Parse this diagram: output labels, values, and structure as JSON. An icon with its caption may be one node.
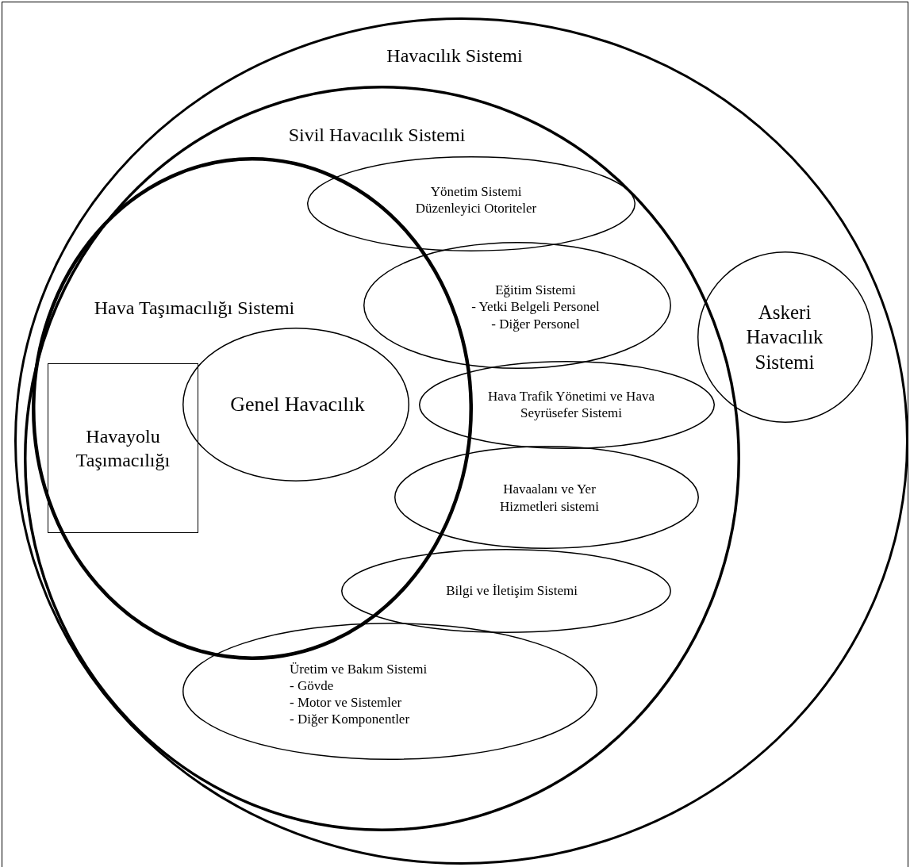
{
  "diagram": {
    "nodes": [
      {
        "text": [
          "Havacılık Sistemi"
        ]
      },
      {
        "text": [
          "Sivil Havacılık Sistemi"
        ],
        "in": 0
      },
      {
        "text": [
          "Hava Taşımacılığı Sistemi"
        ],
        "in": 1
      },
      {
        "text": [
          "Havayolu Taşımacılığı"
        ],
        "in": 2
      },
      {
        "text": [
          "Genel Havacılık"
        ],
        "in": 2
      },
      {
        "text": [
          "Yönetim Sistemi",
          "Düzenleyici Otoriteler"
        ],
        "in": 1
      },
      {
        "text": [
          "Eğitim Sistemi",
          "- Yetki Belgeli Personel",
          "- Diğer Personel"
        ],
        "in": 1
      },
      {
        "text": [
          "Hava Trafik Yönetimi ve Hava Seyrüsefer Sistemi"
        ],
        "in": 1
      },
      {
        "text": [
          "Havaalanı ve Yer Hizmetleri sistemi"
        ],
        "in": 1
      },
      {
        "text": [
          "Bilgi ve İletişim Sistemi"
        ],
        "in": 1
      },
      {
        "text": [
          "Üretim ve Bakım Sistemi",
          "- Gövde",
          "- Motor ve Sistemler",
          "- Diğer Komponentler"
        ],
        "in": 1
      },
      {
        "text": [
          "Askeri Havacılık Sistemi"
        ],
        "in": 0
      }
    ]
  }
}
